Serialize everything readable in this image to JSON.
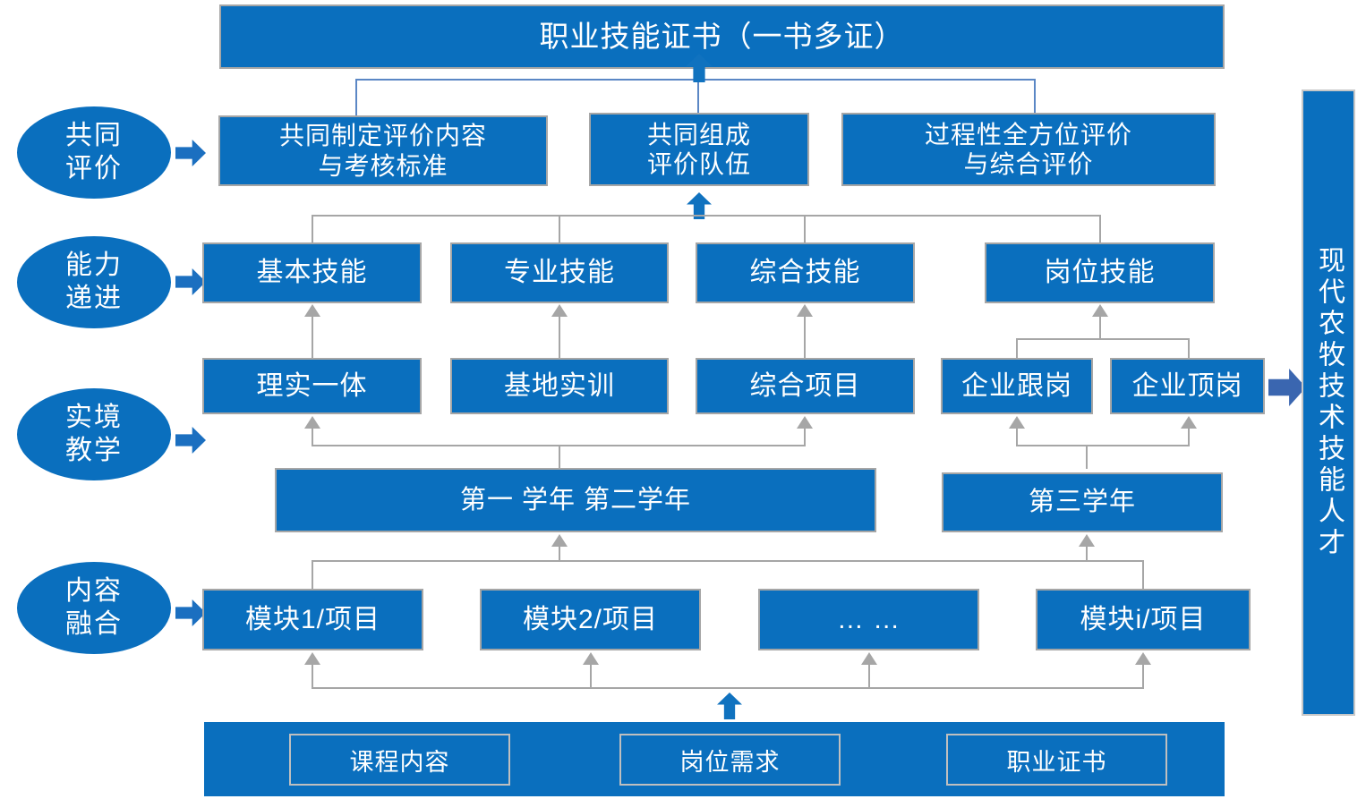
{
  "diagram": {
    "title_banner": "职业技能证书（一书多证）",
    "right_banner": "现代农牧技术技能人才",
    "stage_labels": [
      {
        "name": "evaluation",
        "line1": "共同",
        "line2": "评价"
      },
      {
        "name": "ability",
        "line1": "能力",
        "line2": "递进"
      },
      {
        "name": "teaching",
        "line1": "实境",
        "line2": "教学"
      },
      {
        "name": "content",
        "line1": "内容",
        "line2": "融合"
      }
    ],
    "evaluation_row": [
      "共同制定评价内容\n与考核标准",
      "共同组成\n评价队伍",
      "过程性全方位评价\n与综合评价"
    ],
    "skills_row": [
      "基本技能",
      "专业技能",
      "综合技能",
      "岗位技能"
    ],
    "teaching_row": [
      "理实一体",
      "基地实训",
      "综合项目",
      "企业跟岗",
      "企业顶岗"
    ],
    "year_row": [
      "第一 学年      第二学年",
      "第三学年"
    ],
    "module_row": [
      "模块1/项目",
      "模块2/项目",
      "… …",
      "模块i/项目"
    ],
    "foundation_row": [
      "课程内容",
      "岗位需求",
      "职业证书"
    ],
    "colors": {
      "box_fill": "#0a6fbe",
      "box_border": "#a6a6a6",
      "connector": "#a6a6a6",
      "connector_blue": "#5b87c5",
      "arrow_blue": "#1072bf",
      "text": "#ffffff"
    }
  }
}
